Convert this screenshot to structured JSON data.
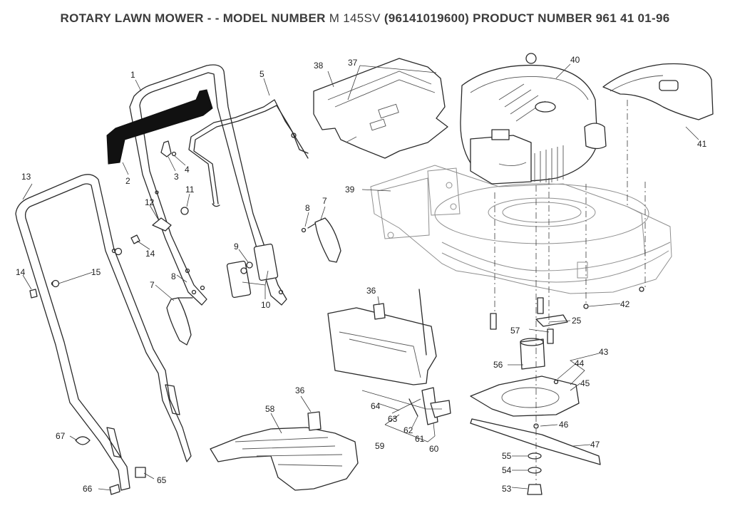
{
  "title": {
    "part1": "ROTARY LAWN MOWER - - MODEL NUMBER",
    "model": "M 145SV",
    "part2": "(96141019600) PRODUCT NUMBER 961 41 01-96"
  },
  "labels": {
    "n1": "1",
    "n2": "2",
    "n3": "3",
    "n4": "4",
    "n5": "5",
    "n7a": "7",
    "n7b": "7",
    "n8a": "8",
    "n8b": "8",
    "n9": "9",
    "n10": "10",
    "n11": "11",
    "n12": "12",
    "n13": "13",
    "n14a": "14",
    "n14b": "14",
    "n15": "15",
    "n25": "25",
    "n36a": "36",
    "n36b": "36",
    "n37": "37",
    "n38": "38",
    "n39": "39",
    "n40": "40",
    "n41": "41",
    "n42": "42",
    "n43": "43",
    "n44": "44",
    "n45": "45",
    "n46": "46",
    "n47": "47",
    "n53": "53",
    "n54": "54",
    "n55": "55",
    "n56": "56",
    "n57": "57",
    "n58": "58",
    "n59": "59",
    "n60": "60",
    "n61": "61",
    "n62": "62",
    "n63": "63",
    "n64": "64",
    "n65": "65",
    "n66": "66",
    "n67": "67"
  }
}
